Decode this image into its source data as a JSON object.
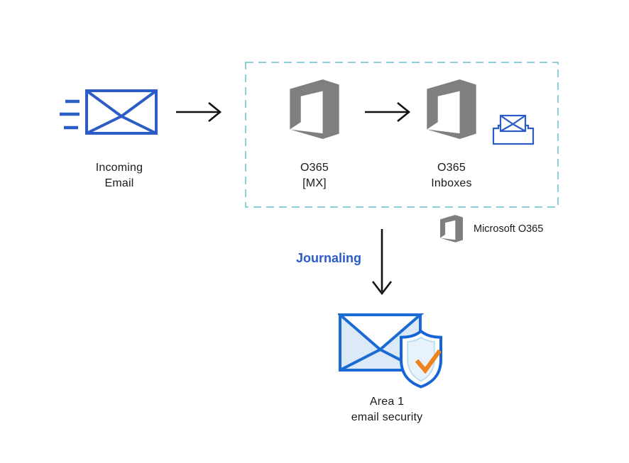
{
  "nodes": {
    "incoming_email": {
      "line1": "Incoming",
      "line2": "Email"
    },
    "o365_mx": {
      "line1": "O365",
      "line2": "[MX]"
    },
    "o365_inboxes": {
      "line1": "O365",
      "line2": "Inboxes"
    },
    "area1": {
      "line1": "Area 1",
      "line2": "email security"
    }
  },
  "labels": {
    "journaling": "Journaling",
    "legend": "Microsoft O365"
  },
  "icons": {
    "incoming_email": "envelope-with-speed-lines-icon",
    "o365_logo": "office-365-logo-icon",
    "inbox": "envelope-in-tray-icon",
    "area1": "envelope-shield-check-icon",
    "arrows": "open-head-arrow"
  },
  "colors": {
    "blue": "#2C5CC5",
    "journaling_blue": "#2B5BC4",
    "office_gray": "#7F7F7F",
    "dashed_teal": "#8CCFDC",
    "area1_stroke": "#1B6BD4",
    "area1_fill": "#DCEAF7",
    "shield_stroke": "#1565D8",
    "shield_fill": "#E8F2FA",
    "shield_inner_stroke": "#BFDDF2",
    "check_orange": "#F0821E",
    "arrow_black": "#111111",
    "text_black": "#1a1a1a"
  }
}
